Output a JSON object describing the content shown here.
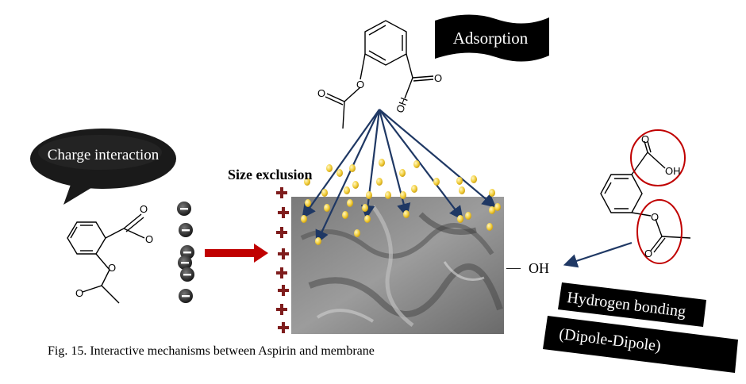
{
  "labels": {
    "charge_interaction": "Charge interaction",
    "adsorption": "Adsorption",
    "size_exclusion": "Size exclusion",
    "hydrogen_bonding": "Hydrogen bonding",
    "dipole_dipole": "(Dipole-Dipole)",
    "oh_group": "OH",
    "oh_dash": "—"
  },
  "caption": "Fig. 15. Interactive mechanisms between Aspirin and membrane",
  "molecule_atoms": {
    "left": {
      "carboxyl_o1": "O",
      "carboxyl_o2": "O",
      "ester_o": "O",
      "acetyl_o": "O"
    },
    "top": {
      "carboxyl_o": "O",
      "carboxyl_oh": "OH",
      "ester_o": "O",
      "acetyl_o": "O"
    },
    "right": {
      "carboxyl_o": "O",
      "carboxyl_oh": "OH",
      "ester_o": "O",
      "acetyl_o": "O"
    }
  },
  "counts": {
    "negative_charges": 6,
    "positive_charges": 8,
    "adsorption_arrows": 6
  },
  "icons": [
    "minus-charge-icon",
    "plus-charge-icon",
    "red-arrow-icon",
    "adsorption-arrow-icon"
  ],
  "colors": {
    "banner": "#000000",
    "arrow_red": "#c00000",
    "plus_sign": "#7f1d1d",
    "arrow_blue": "#1f3864",
    "ellipse": "#c00000",
    "particle": "#f5d142"
  }
}
